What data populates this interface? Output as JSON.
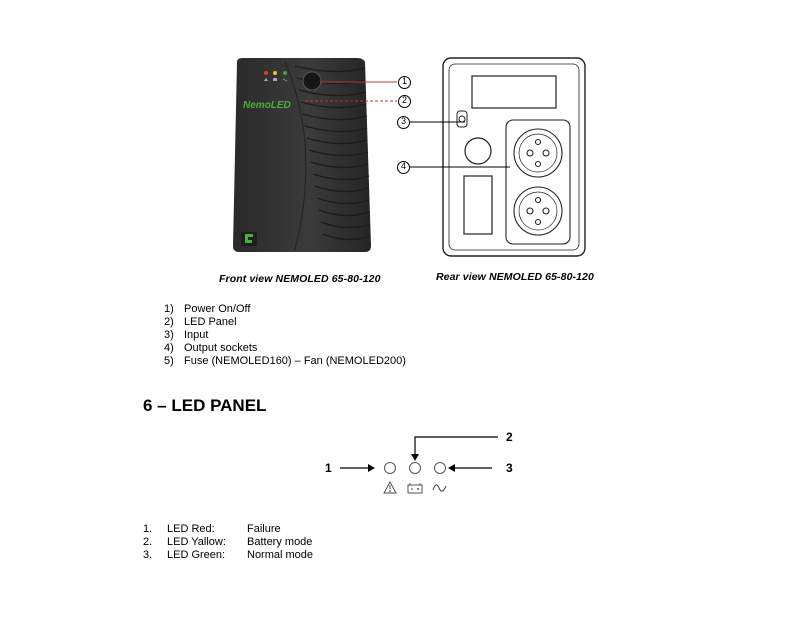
{
  "figure": {
    "front_caption": "Front view NEMOLED 65-80-120",
    "rear_caption": "Rear view NEMOLED 65-80-120",
    "brand_logo": "NemoLED",
    "callouts": [
      "1",
      "2",
      "3",
      "4"
    ]
  },
  "parts_list": [
    {
      "num": "1)",
      "text": "Power On/Off"
    },
    {
      "num": "2)",
      "text": "LED Panel"
    },
    {
      "num": "3)",
      "text": "Input"
    },
    {
      "num": "4)",
      "text": "Output sockets"
    },
    {
      "num": "5)",
      "text": "Fuse (NEMOLED160) – Fan (NEMOLED200)"
    }
  ],
  "section_heading": "6 – LED PANEL",
  "led_diagram": {
    "labels": [
      "1",
      "2",
      "3"
    ],
    "icons": [
      "warning-icon",
      "battery-icon",
      "ac-wave-icon"
    ]
  },
  "led_list": [
    {
      "num": "1.",
      "led": "LED Red:",
      "meaning": "Failure"
    },
    {
      "num": "2.",
      "led": "LED Yallow:",
      "meaning": "Battery mode"
    },
    {
      "num": "3.",
      "led": "LED Green:",
      "meaning": "Normal mode"
    }
  ],
  "colors": {
    "device_body": "#333333",
    "led_red": "#e23b2a",
    "led_yellow": "#f2c230",
    "led_green": "#3aa64a",
    "logo_green": "#4caf3a"
  }
}
